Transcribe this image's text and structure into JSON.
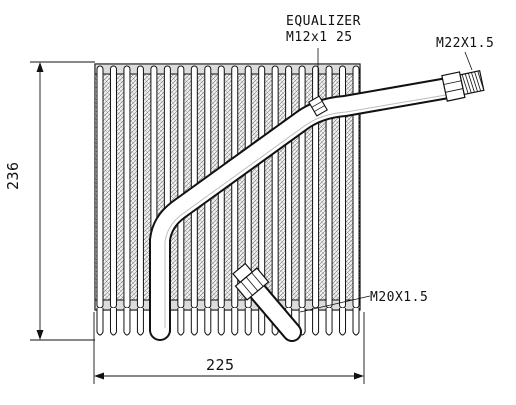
{
  "labels": {
    "equalizer_title": "EQUALIZER",
    "equalizer_thread": "M12x1 25",
    "outlet_thread": "M22X1.5",
    "inlet_thread": "M20X1.5",
    "height_dim": "236",
    "width_dim": "225"
  },
  "colors": {
    "ink": "#111111",
    "fin": "#777777",
    "paper": "#ffffff"
  }
}
